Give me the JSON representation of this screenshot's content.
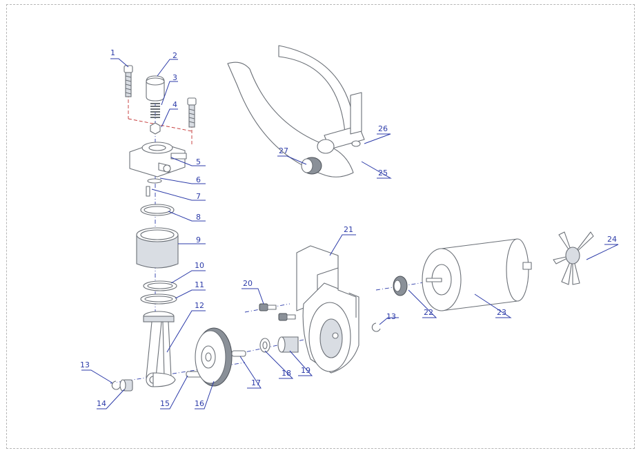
{
  "callouts": [
    "1",
    "2",
    "3",
    "4",
    "5",
    "6",
    "7",
    "8",
    "9",
    "10",
    "11",
    "12",
    "13",
    "13",
    "14",
    "15",
    "16",
    "17",
    "18",
    "19",
    "20",
    "21",
    "22",
    "23",
    "24",
    "25",
    "26",
    "27"
  ],
  "colors": {
    "line": "#2b3aa8",
    "axis_red": "#c23030",
    "part_stroke": "#6a6f76",
    "frame": "#b5b5b5"
  }
}
